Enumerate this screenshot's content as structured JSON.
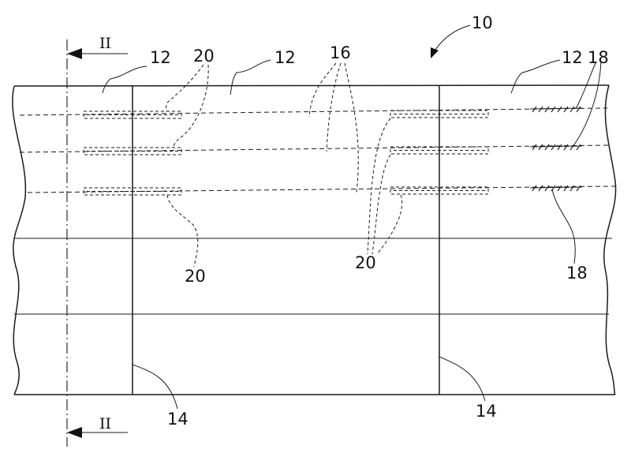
{
  "figure": {
    "ref_assembly": "10",
    "ref_panels": "12",
    "ref_seams": "14",
    "ref_lines": "16",
    "ref_hatch": "18",
    "ref_sleeves": "20",
    "section_mark": "II"
  }
}
